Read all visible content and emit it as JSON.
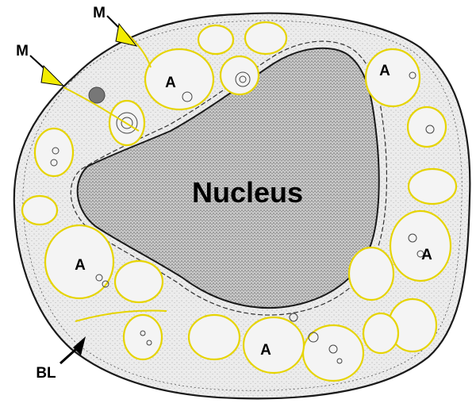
{
  "labels": {
    "nucleus": "Nucleus",
    "myelin_top": "M",
    "myelin_left": "M",
    "basal_lamina": "BL",
    "axon": "A"
  },
  "colors": {
    "cytoplasm": "#e9e9e9",
    "membrane": "#e6d400",
    "outline": "#1a1a1a",
    "nucleus_fill": "#bdbdbd",
    "axon_fill": "#f3f3f3",
    "arrow_yellow": "#f2ec00",
    "arrow_black": "#000000",
    "text": "#000000"
  }
}
